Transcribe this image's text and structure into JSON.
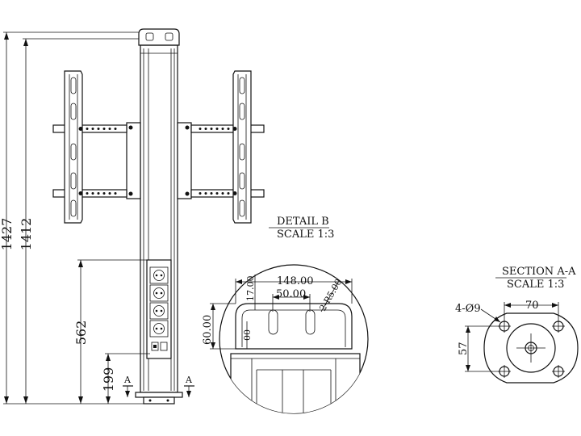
{
  "dimensions": {
    "total_height": "1427",
    "pole_height": "1412",
    "socket_height": "562",
    "base_offset": "199",
    "section_marker_left": "A",
    "section_marker_right": "A"
  },
  "detail_b": {
    "title": "DETAIL  B",
    "scale": "SCALE  1:3",
    "width_outer": "148.00",
    "width_inner": "50.00",
    "height_left": "60.00",
    "height_small": "17.00",
    "radius": "2-R5.00",
    "slot_dim": "00"
  },
  "section_aa": {
    "title": "SECTION A-A",
    "scale": "SCALE  1:3",
    "holes": "4-Ø9",
    "width": "70",
    "height": "57"
  }
}
